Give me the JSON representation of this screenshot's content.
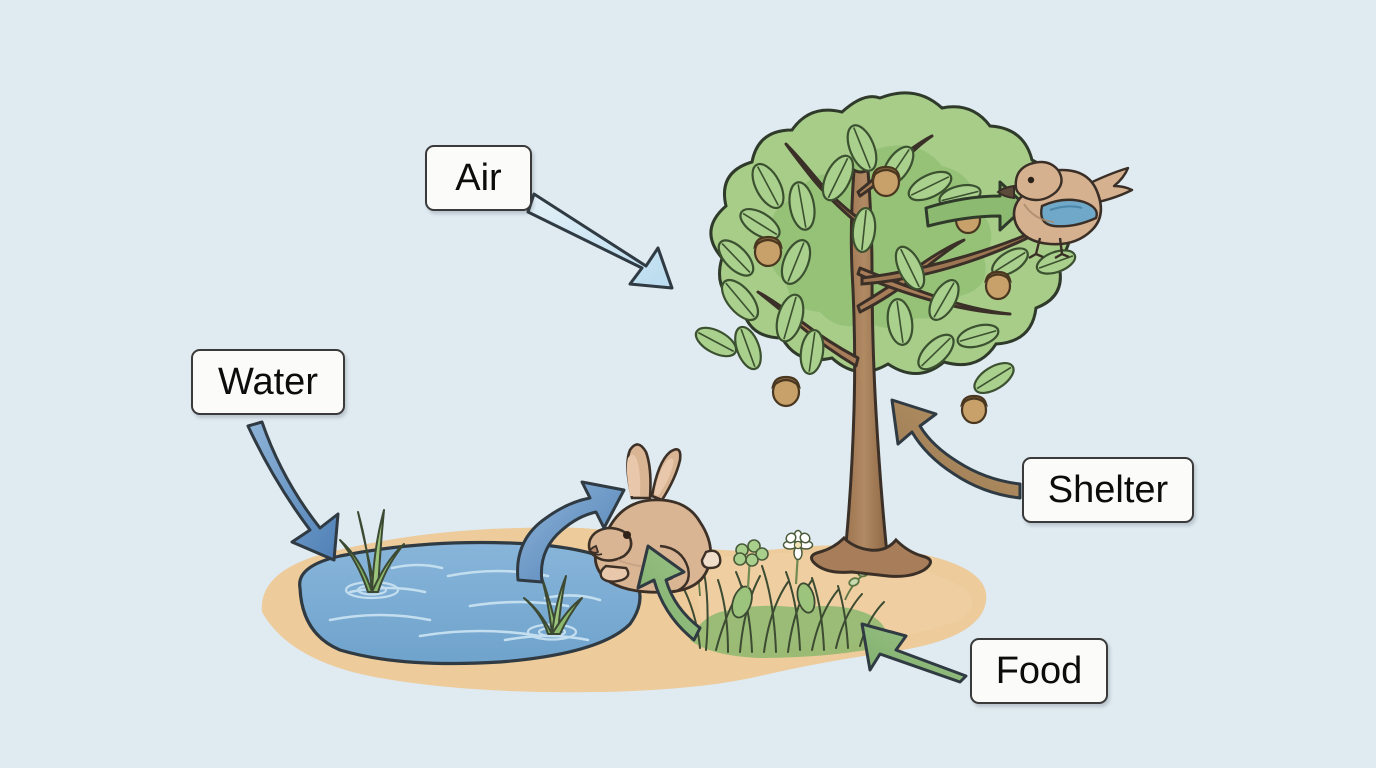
{
  "diagram": {
    "title": "Animal Basic Needs Habitat Diagram",
    "background_color": "#dfeaf1",
    "labels": [
      {
        "id": "air",
        "text": "Air",
        "arrow_color": "#c7e1ef",
        "points_to": "tree-canopy"
      },
      {
        "id": "water",
        "text": "Water",
        "arrow_color": "#5b8cc0",
        "points_to": "pond"
      },
      {
        "id": "shelter",
        "text": "Shelter",
        "arrow_color": "#a8845e",
        "points_to": "tree-trunk"
      },
      {
        "id": "food",
        "text": "Food",
        "arrow_color": "#85b574",
        "points_to": "grass-patch"
      }
    ],
    "arrows": [
      {
        "id": "air-arrow",
        "color": "#c7e1ef",
        "from": "air-label",
        "to": "tree-canopy",
        "style": "straight"
      },
      {
        "id": "water-arrow",
        "color": "#5b8cc0",
        "from": "water-label",
        "to": "pond",
        "style": "curved"
      },
      {
        "id": "water-to-rabbit",
        "color": "#5b8cc0",
        "from": "pond",
        "to": "rabbit",
        "style": "curved"
      },
      {
        "id": "shelter-arrow",
        "color": "#a8845e",
        "from": "shelter-label",
        "to": "tree-trunk",
        "style": "curved"
      },
      {
        "id": "food-arrow",
        "color": "#85b574",
        "from": "food-label",
        "to": "grass-patch",
        "style": "straight"
      },
      {
        "id": "food-to-rabbit",
        "color": "#85b574",
        "from": "grass-patch",
        "to": "rabbit",
        "style": "curved"
      },
      {
        "id": "canopy-to-bird",
        "color": "#8cba70",
        "from": "tree-canopy",
        "to": "bird",
        "style": "straight"
      }
    ],
    "objects": [
      {
        "id": "tree",
        "name": "oak-tree",
        "colors": {
          "canopy_light": "#a7cd89",
          "canopy_mid": "#93c076",
          "trunk": "#a87d5a"
        }
      },
      {
        "id": "bird",
        "name": "bird",
        "colors": {
          "body": "#d6b190",
          "wing": "#6fa8c9"
        }
      },
      {
        "id": "rabbit",
        "name": "rabbit",
        "colors": {
          "body": "#d9b594",
          "belly": "#f0ddcb"
        }
      },
      {
        "id": "pond",
        "name": "pond",
        "colors": {
          "water": "#7fafd4",
          "ripple": "#bcd9ee"
        }
      },
      {
        "id": "ground",
        "name": "sandy-ground",
        "colors": {
          "sand": "#edcb9a"
        }
      },
      {
        "id": "grass-patch",
        "name": "grass-patch",
        "colors": {
          "grass": "#8fba6e"
        }
      },
      {
        "id": "acorns",
        "name": "acorns",
        "colors": {
          "nut": "#c7a06a",
          "cap": "#8b6b45"
        }
      }
    ]
  }
}
